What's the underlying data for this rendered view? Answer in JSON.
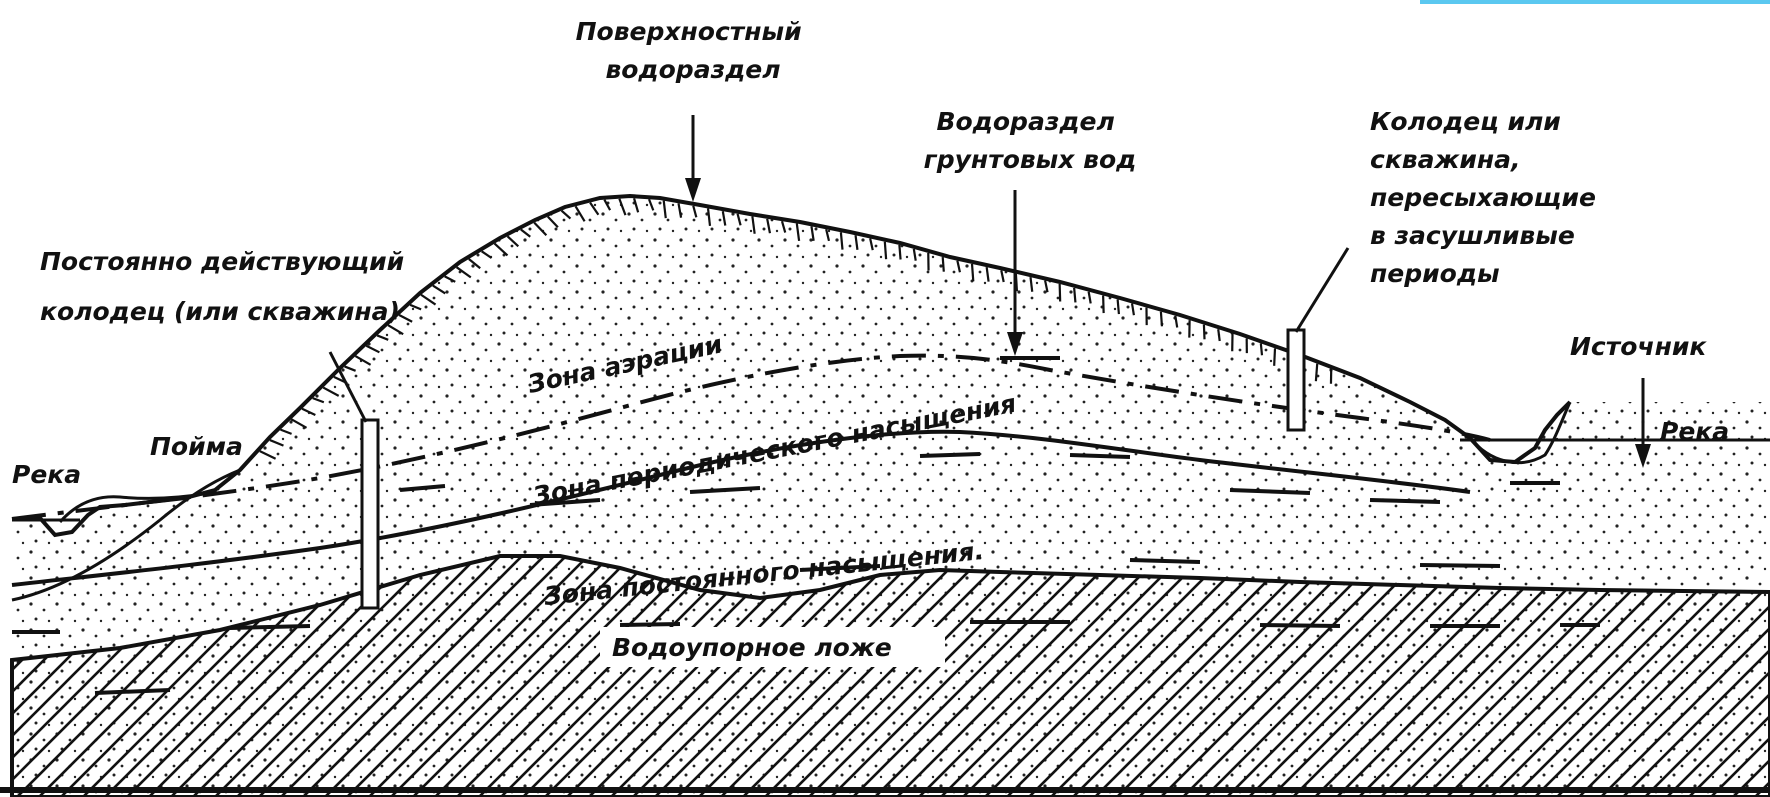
{
  "labels": {
    "surface_divide": [
      "Поверхностный",
      "водораздел"
    ],
    "groundwater_divide": [
      "Водораздел",
      "грунтовых вод"
    ],
    "seasonal_well": [
      "Колодец или",
      "скважина,",
      "пересыхающие",
      "в засушливые",
      "периоды"
    ],
    "permanent_well": [
      "Постоянно действующий",
      "колодец (или скважина)"
    ],
    "spring": "Источник",
    "river_left": "Река",
    "river_right": "Река",
    "floodplain": "Пойма",
    "zone_aeration": "Зона аэрации",
    "zone_periodic": "Зона периодического насыщения",
    "zone_permanent": "Зона постоянного насыщения.",
    "aquiclude": "Водоупорное ложе"
  },
  "colors": {
    "ink": "#111111",
    "background": "#ffffff",
    "accent": "#5bc8f0"
  }
}
